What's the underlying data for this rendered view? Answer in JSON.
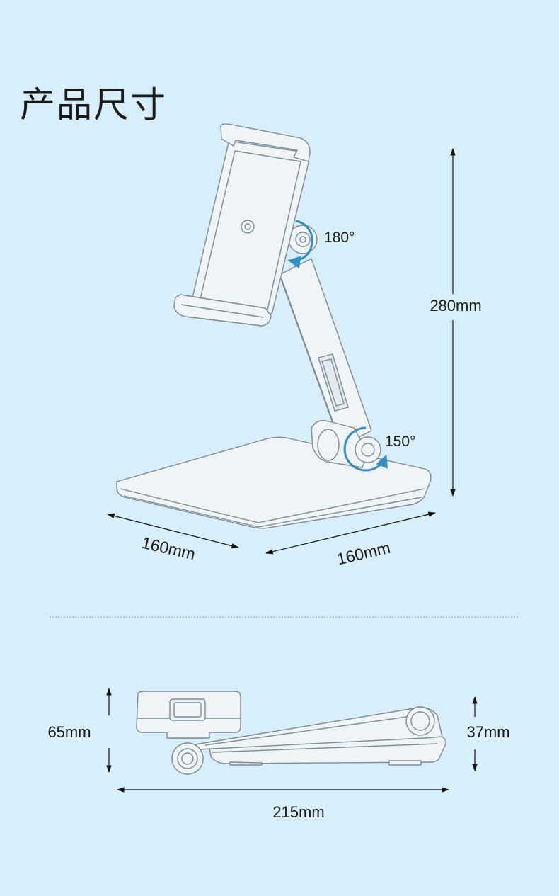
{
  "title": "产品尺寸",
  "top_view": {
    "rotation_top": "180°",
    "rotation_bottom": "150°",
    "height": "280mm",
    "depth": "160mm",
    "width": "160mm"
  },
  "side_view": {
    "folded_height": "65mm",
    "base_height": "37mm",
    "length": "215mm"
  },
  "colors": {
    "background": "#d8eefb",
    "line": "#7f8a91",
    "accent": "#2f8fc6"
  }
}
